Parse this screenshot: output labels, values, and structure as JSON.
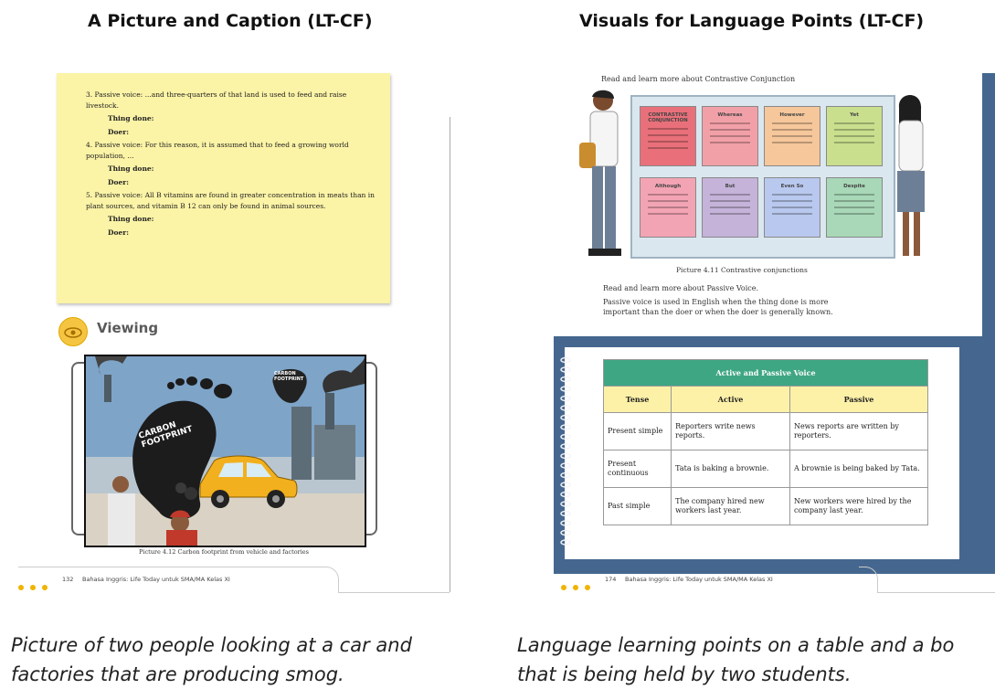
{
  "left_panel": {
    "title": "A Picture and Caption (LT-CF)",
    "exercise": [
      {
        "item": "3. Passive voice: ...and three-quarters of that land is used to feed and raise livestock.",
        "thing_done": "Thing done:",
        "doer": "Doer:"
      },
      {
        "item": "4. Passive voice: For this reason, it is assumed that to feed a growing world population, ...",
        "thing_done": "Thing done:",
        "doer": "Doer:"
      },
      {
        "item": "5. Passive voice: All B vitamins are found in greater concentration in meats than in plant sources, and vitamin B 12 can only be found in animal sources.",
        "thing_done": "Thing done:",
        "doer": "Doer:"
      }
    ],
    "viewing_label": "Viewing",
    "cartoon_labels": {
      "footprint": "CARBON FOOTPRINT",
      "factory": "CARBON FOOTPRINT"
    },
    "picture_caption": "Picture 4.12 Carbon footprint from vehicle and factories",
    "footer_page": "132",
    "footer_text": "Bahasa Inggris: Life Today untuk SMA/MA Kelas XI",
    "caption_line1": "Picture of two people looking at a car and",
    "caption_line2": "factories that are producing smog."
  },
  "right_panel": {
    "title": "Visuals for Language Points (LT-CF)",
    "board_title": "Read and learn more about Contrastive Conjunction",
    "board_notes_top": [
      {
        "label": "CONTRASTIVE CONJUNCTION",
        "color": "#e9707a"
      },
      {
        "label": "Whereas",
        "color": "#f2a0a8"
      },
      {
        "label": "However",
        "color": "#f6c79b"
      },
      {
        "label": "Yet",
        "color": "#c9df8e"
      }
    ],
    "board_notes_bottom": [
      {
        "label": "Although",
        "color": "#f3a4b4"
      },
      {
        "label": "But",
        "color": "#c5b3d9"
      },
      {
        "label": "Even So",
        "color": "#b9c8ee"
      },
      {
        "label": "Despite",
        "color": "#a8d8b7"
      }
    ],
    "board_caption": "Picture 4.11 Contrastive conjunctions",
    "passive_intro": "Read and learn more about Passive Voice.",
    "passive_desc_1": "Passive voice is used in English when the thing done is more",
    "passive_desc_2": "important than the doer or when the doer is generally known.",
    "table": {
      "title": "Active and Passive Voice",
      "columns": [
        "Tense",
        "Active",
        "Passive"
      ],
      "rows": [
        [
          "Present simple",
          "Reporters write news reports.",
          "News reports are written by reporters."
        ],
        [
          "Present continuous",
          "Tata is baking a brownie.",
          "A brownie is being baked by Tata."
        ],
        [
          "Past simple",
          "The company hired new workers last year.",
          "New workers were hired by the company last year."
        ]
      ]
    },
    "footer_page": "174",
    "footer_text": "Bahasa Inggris: Life Today untuk SMA/MA Kelas XI",
    "caption_line1": "Language learning points on a table and a bo",
    "caption_line2": "that is being held by two students."
  },
  "colors": {
    "sticky_note": "#fbf3a6",
    "accent_blue": "#45678f",
    "table_header": "#3fa683",
    "table_col_header": "#fdf1a8",
    "footer_dot": "#f0b400"
  }
}
